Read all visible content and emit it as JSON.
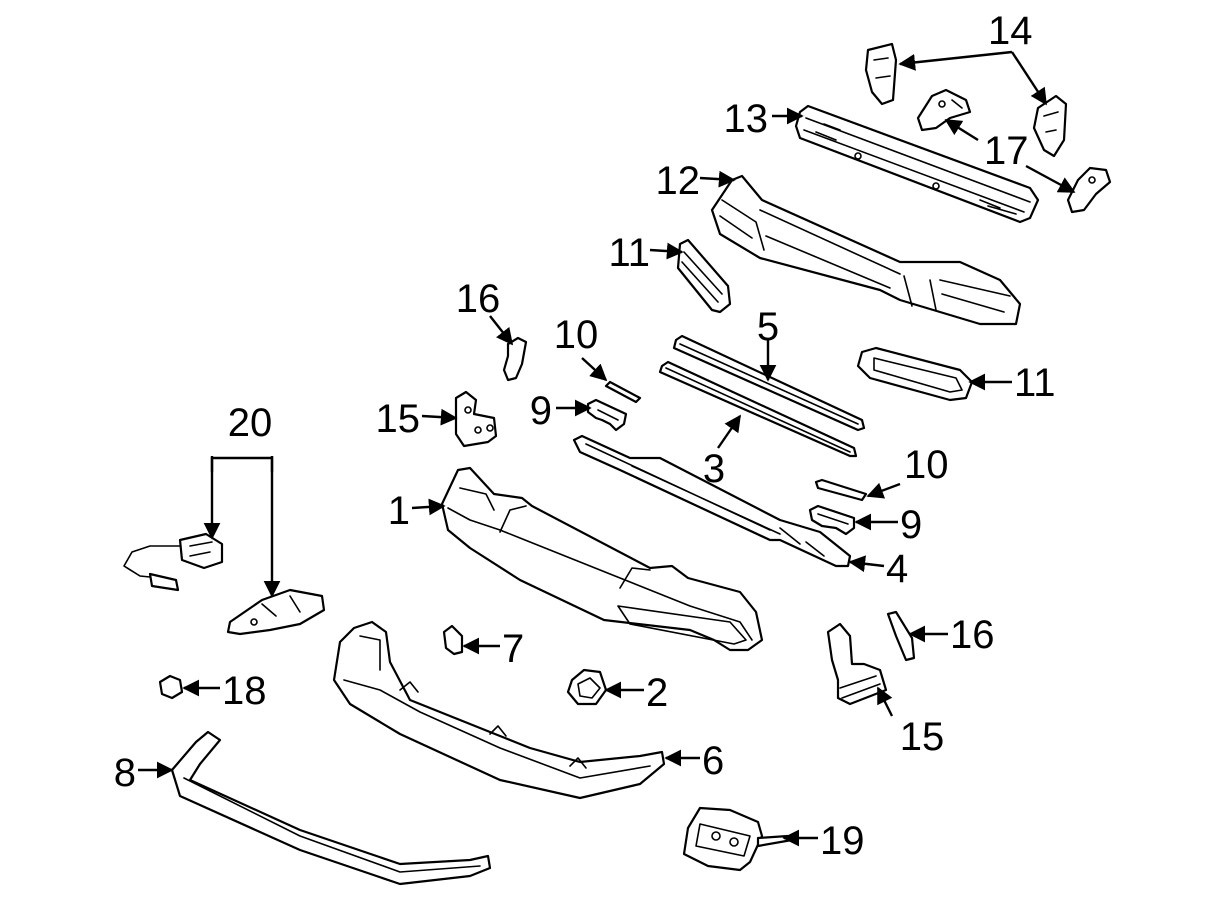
{
  "diagram": {
    "callouts": [
      {
        "id": "c1",
        "label": "1"
      },
      {
        "id": "c2",
        "label": "2"
      },
      {
        "id": "c3",
        "label": "3"
      },
      {
        "id": "c4",
        "label": "4"
      },
      {
        "id": "c5",
        "label": "5"
      },
      {
        "id": "c6",
        "label": "6"
      },
      {
        "id": "c7",
        "label": "7"
      },
      {
        "id": "c8",
        "label": "8"
      },
      {
        "id": "c9a",
        "label": "9"
      },
      {
        "id": "c9b",
        "label": "9"
      },
      {
        "id": "c10a",
        "label": "10"
      },
      {
        "id": "c10b",
        "label": "10"
      },
      {
        "id": "c11a",
        "label": "11"
      },
      {
        "id": "c11b",
        "label": "11"
      },
      {
        "id": "c12",
        "label": "12"
      },
      {
        "id": "c13",
        "label": "13"
      },
      {
        "id": "c14",
        "label": "14"
      },
      {
        "id": "c15a",
        "label": "15"
      },
      {
        "id": "c15b",
        "label": "15"
      },
      {
        "id": "c16a",
        "label": "16"
      },
      {
        "id": "c16b",
        "label": "16"
      },
      {
        "id": "c17",
        "label": "17"
      },
      {
        "id": "c18",
        "label": "18"
      },
      {
        "id": "c19",
        "label": "19"
      },
      {
        "id": "c20",
        "label": "20"
      }
    ],
    "colors": {
      "ink": "#000000",
      "paper": "#ffffff"
    }
  }
}
